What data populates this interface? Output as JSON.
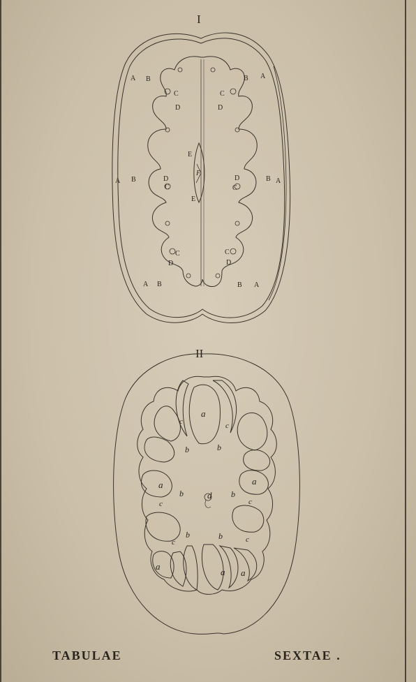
{
  "figure1": {
    "numeral": "I",
    "labels_A": [
      "A",
      "A",
      "A",
      "A",
      "A",
      "A"
    ],
    "labels_B": [
      "B",
      "B",
      "B",
      "B",
      "B",
      "B"
    ],
    "labels_C": [
      "C",
      "C",
      "C",
      "C",
      "C",
      "C"
    ],
    "labels_D": [
      "D",
      "D",
      "D",
      "D",
      "D",
      "D"
    ],
    "labels_E": [
      "E",
      "E"
    ],
    "label_F": "F"
  },
  "figure2": {
    "numeral": "II",
    "label_a": "a",
    "label_b": "b",
    "label_c": "c",
    "label_d": "d"
  },
  "caption": {
    "left": "TABULAE",
    "right": "SEXTAE ."
  },
  "colors": {
    "paper": "#cdc2ad",
    "ink": "#2a241d"
  }
}
